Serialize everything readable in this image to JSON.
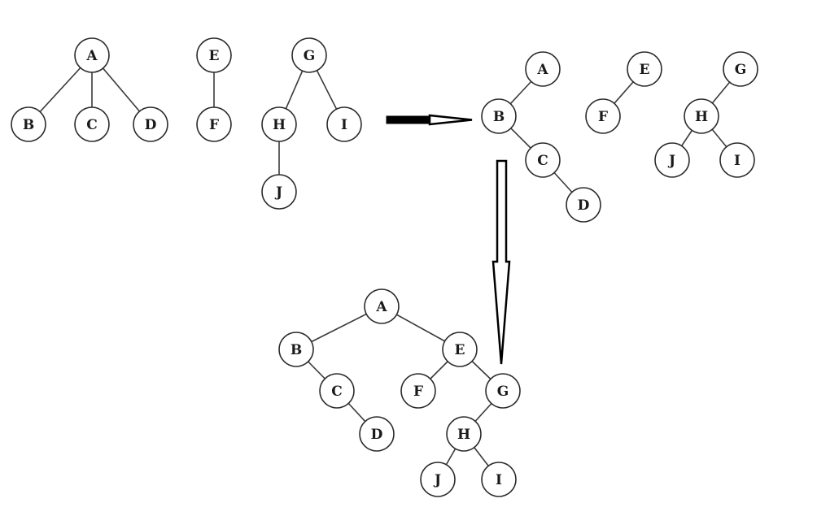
{
  "panels": [
    {
      "name": "forest",
      "nodes": [
        "A",
        "B",
        "C",
        "D",
        "E",
        "F",
        "G",
        "H",
        "I",
        "J"
      ],
      "edges": [
        [
          "A",
          "B"
        ],
        [
          "A",
          "C"
        ],
        [
          "A",
          "D"
        ],
        [
          "E",
          "F"
        ],
        [
          "G",
          "H"
        ],
        [
          "G",
          "I"
        ],
        [
          "H",
          "J"
        ]
      ]
    },
    {
      "name": "converted-trees",
      "nodes": [
        "A",
        "B",
        "C",
        "D",
        "E",
        "F",
        "G",
        "H",
        "J",
        "I"
      ],
      "edges": [
        [
          "A",
          "B"
        ],
        [
          "B",
          "C"
        ],
        [
          "C",
          "D"
        ],
        [
          "E",
          "F"
        ],
        [
          "G",
          "H"
        ],
        [
          "H",
          "J"
        ],
        [
          "H",
          "I"
        ]
      ]
    },
    {
      "name": "binary-tree",
      "nodes": [
        "A",
        "B",
        "C",
        "D",
        "E",
        "F",
        "G",
        "H",
        "J",
        "I"
      ],
      "edges": [
        [
          "A",
          "B"
        ],
        [
          "A",
          "E"
        ],
        [
          "B",
          "C"
        ],
        [
          "C",
          "D"
        ],
        [
          "E",
          "F"
        ],
        [
          "E",
          "G"
        ],
        [
          "G",
          "H"
        ],
        [
          "H",
          "J"
        ],
        [
          "H",
          "I"
        ]
      ]
    }
  ]
}
